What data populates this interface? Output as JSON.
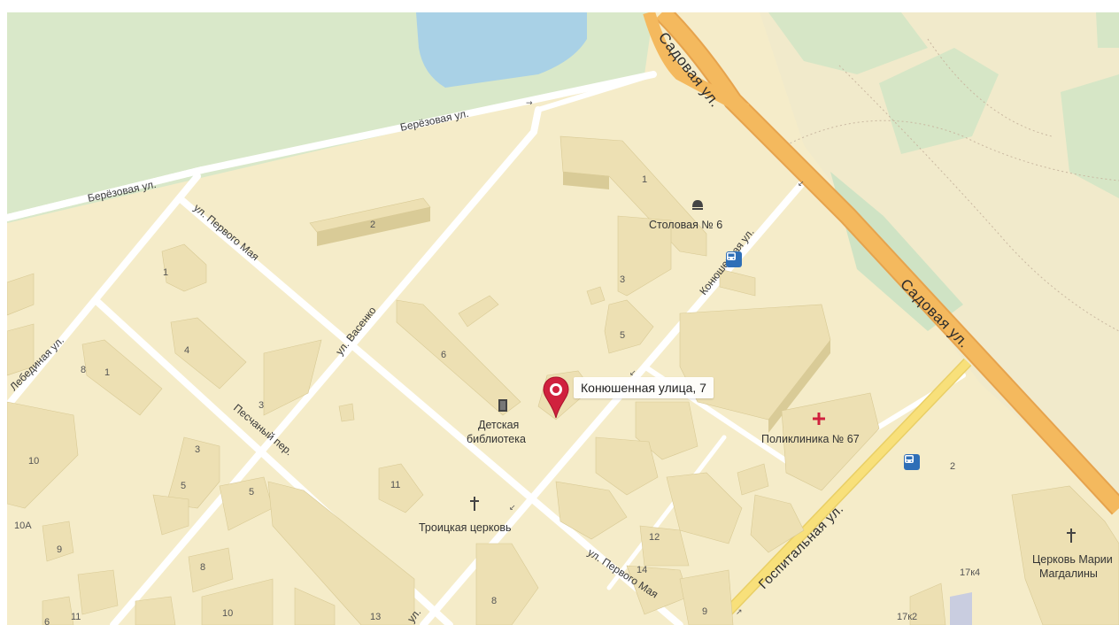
{
  "streets": {
    "berezovaya_1": "Берёзовая ул.",
    "berezovaya_2": "Берёзовая ул.",
    "sadovaya_1": "Садовая ул.",
    "sadovaya_2": "Садовая ул.",
    "pervogo_maya_1": "ул. Первого Мая",
    "pervogo_maya_2": "ул. Первого Мая",
    "vasenko": "ул. Васенко",
    "lebedinaya": "Лебединая ул.",
    "peschany": "Песчаный пер.",
    "konyushennaya": "Конюшенная ул.",
    "gospitalnaya": "Госпитальная ул.",
    "small_ul": "ул."
  },
  "pois": {
    "stolovaya": "Столовая № 6",
    "library_line1": "Детская",
    "library_line2": "библиотека",
    "troitskaya": "Троицкая церковь",
    "poliklinika": "Поликлиника № 67",
    "church_line1": "Церковь Марии",
    "church_line2": "Магдалины"
  },
  "marker": {
    "label": "Конюшенная улица, 7"
  },
  "building_numbers": [
    "1",
    "2",
    "1",
    "4",
    "8",
    "1",
    "3",
    "6",
    "3",
    "5",
    "10",
    "3",
    "5",
    "5",
    "10А",
    "9",
    "8",
    "11",
    "10",
    "13",
    "6",
    "11",
    "8",
    "12",
    "14",
    "9",
    "2",
    "17к4",
    "17к2"
  ],
  "colors": {
    "land": "#f5ecc9",
    "park": "#d9e8c9",
    "water": "#a9d1e6",
    "main_road": "#f4b95e",
    "secondary_road": "#f8e07a",
    "poi_red": "#d0213e",
    "bus_blue": "#2f6fb7"
  },
  "icons": {
    "marker": "map-pin-icon",
    "canteen": "canteen-icon",
    "library": "book-icon",
    "church": "cross-icon",
    "clinic": "medical-cross-icon",
    "bus": "bus-stop-icon"
  }
}
